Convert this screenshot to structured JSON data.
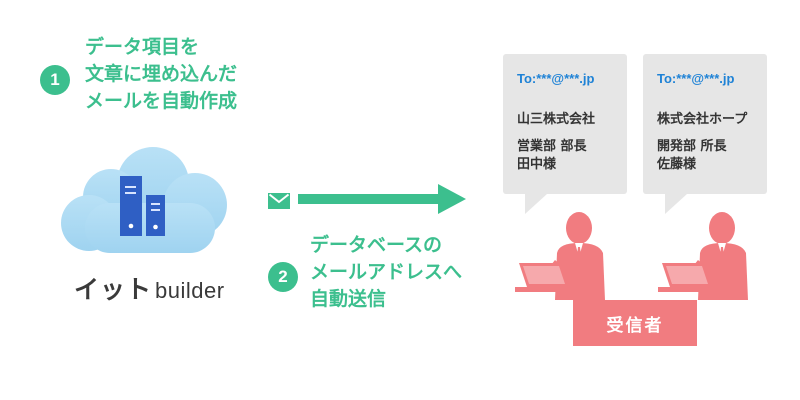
{
  "steps": [
    {
      "number": "1",
      "lines": [
        "データ項目を",
        "文章に埋め込んだ",
        "メールを自動作成"
      ]
    },
    {
      "number": "2",
      "lines": [
        "データベースの",
        "メールアドレスへ",
        "自動送信"
      ]
    }
  ],
  "product": {
    "name_jp": "イット",
    "name_en": "builder"
  },
  "bubbles": [
    {
      "to": "To:***@***.jp",
      "company": "山三株式会社",
      "dept": "営業部 部長",
      "person": "田中様"
    },
    {
      "to": "To:***@***.jp",
      "company": "株式会社ホープ",
      "dept": "開発部 所長",
      "person": "佐藤様"
    }
  ],
  "receiver_label": "受信者",
  "colors": {
    "accent_green": "#3cbf8e",
    "cloud_blue": "#a9d8f2",
    "server_blue": "#2f5fc4",
    "recipient_pink": "#f17c80",
    "to_blue": "#1e82d6",
    "bubble_gray": "#e6e6e6"
  },
  "icons": [
    "cloud-icon",
    "server-icon",
    "envelope-icon",
    "arrow-right-icon",
    "person-icon",
    "laptop-icon"
  ]
}
